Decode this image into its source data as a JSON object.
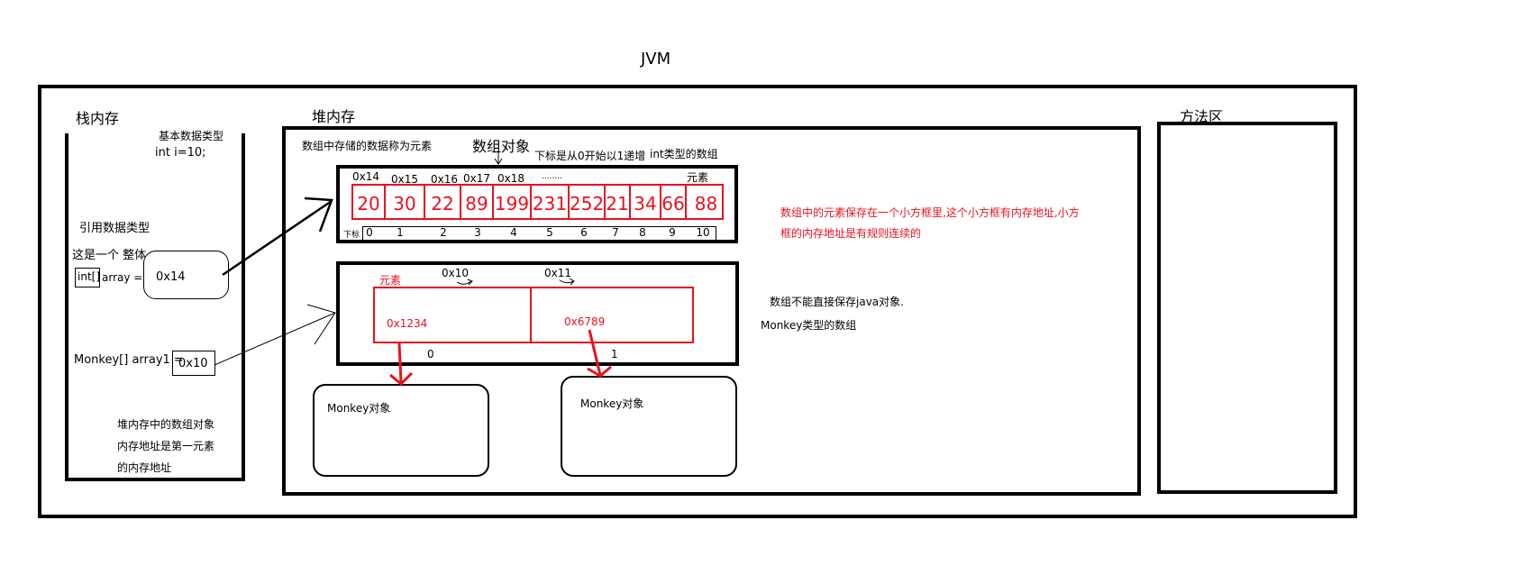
{
  "title": "JVM",
  "stack": {
    "label": "栈内存",
    "primitive_title": "基本数据类型",
    "primitive_code": "int i=10;",
    "reference_title": "引用数据类型",
    "whole_note": "这是一个 整体",
    "int_array_type": "int[]",
    "int_array_name": "array =",
    "int_array_value": "0x14",
    "monkey_array_decl": "Monkey[] array1 =",
    "monkey_array_value": "0x10",
    "footnote": [
      "堆内存中的数组对象",
      "内存地址是第一元素",
      "的内存地址"
    ]
  },
  "heap": {
    "label": "堆内存",
    "elements_note": "数组中存储的数据称为元素",
    "array_object_label": "数组对象",
    "index_note": "下标是从0开始以1递增",
    "int_array_note": "int类型的数组",
    "int_array": {
      "addresses": [
        "0x14",
        "0x15",
        "0x16",
        "0x17",
        "0x18",
        "........"
      ],
      "element_label": "元素",
      "values": [
        "20",
        "30",
        "22",
        "89",
        "199",
        "231",
        "252",
        "21",
        "34",
        "66",
        "88"
      ],
      "index_label": "下标",
      "indices": [
        "0",
        "1",
        "2",
        "3",
        "4",
        "5",
        "6",
        "7",
        "8",
        "9",
        "10"
      ]
    },
    "red_note": [
      "数组中的元素保存在一个小方框里,这个小方框有内存地址,小方",
      "框的内存地址是有规则连续的"
    ],
    "monkey_array": {
      "element_label": "元素",
      "addresses": [
        "0x10",
        "0x11"
      ],
      "values": [
        "0x1234",
        "0x6789"
      ],
      "indices": [
        "0",
        "1"
      ]
    },
    "monkey_note": [
      "数组不能直接保存java对象.",
      "Monkey类型的数组"
    ],
    "monkey_objects": [
      "Monkey对象",
      "Monkey对象"
    ]
  },
  "method_area": {
    "label": "方法区"
  },
  "colors": {
    "annotation": "#e8121e",
    "stroke": "#000000"
  }
}
